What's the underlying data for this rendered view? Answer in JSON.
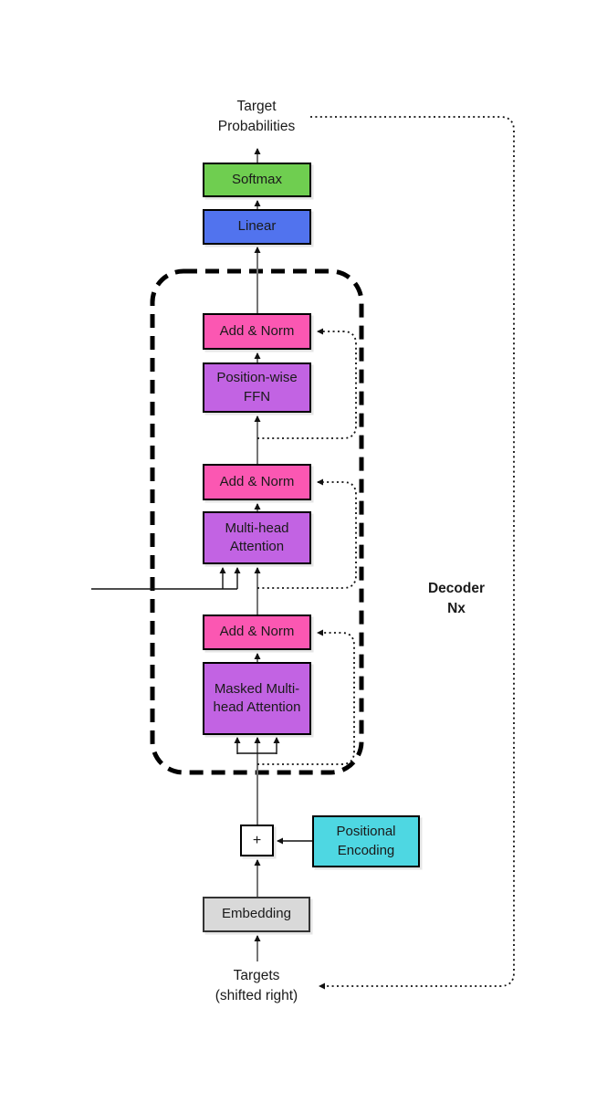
{
  "diagram": {
    "top_label": {
      "line1": "Target",
      "line2": "Probabilities"
    },
    "bottom_label": {
      "line1": "Targets",
      "line2": "(shifted right)"
    },
    "side_label": {
      "line1": "Decoder",
      "line2": "Nx"
    },
    "boxes": {
      "softmax": "Softmax",
      "linear": "Linear",
      "add_norm": "Add & Norm",
      "position_wise_ffn": "Position-wise FFN",
      "multi_head_attention": "Multi-head Attention",
      "masked_multi_head_attention": "Masked Multi-head Attention",
      "plus_operator": "+",
      "positional_encoding": "Positional Encoding",
      "embedding": "Embedding"
    },
    "colors": {
      "softmax_green": "#6fce50",
      "linear_blue": "#5173ee",
      "add_norm_pink": "#fb57b2",
      "attention_purple": "#c263e3",
      "positional_encoding_cyan": "#4ed7e2",
      "embedding_gray": "#d9d9d9",
      "connector_gray": "#757575",
      "line_black": "#111111"
    }
  }
}
